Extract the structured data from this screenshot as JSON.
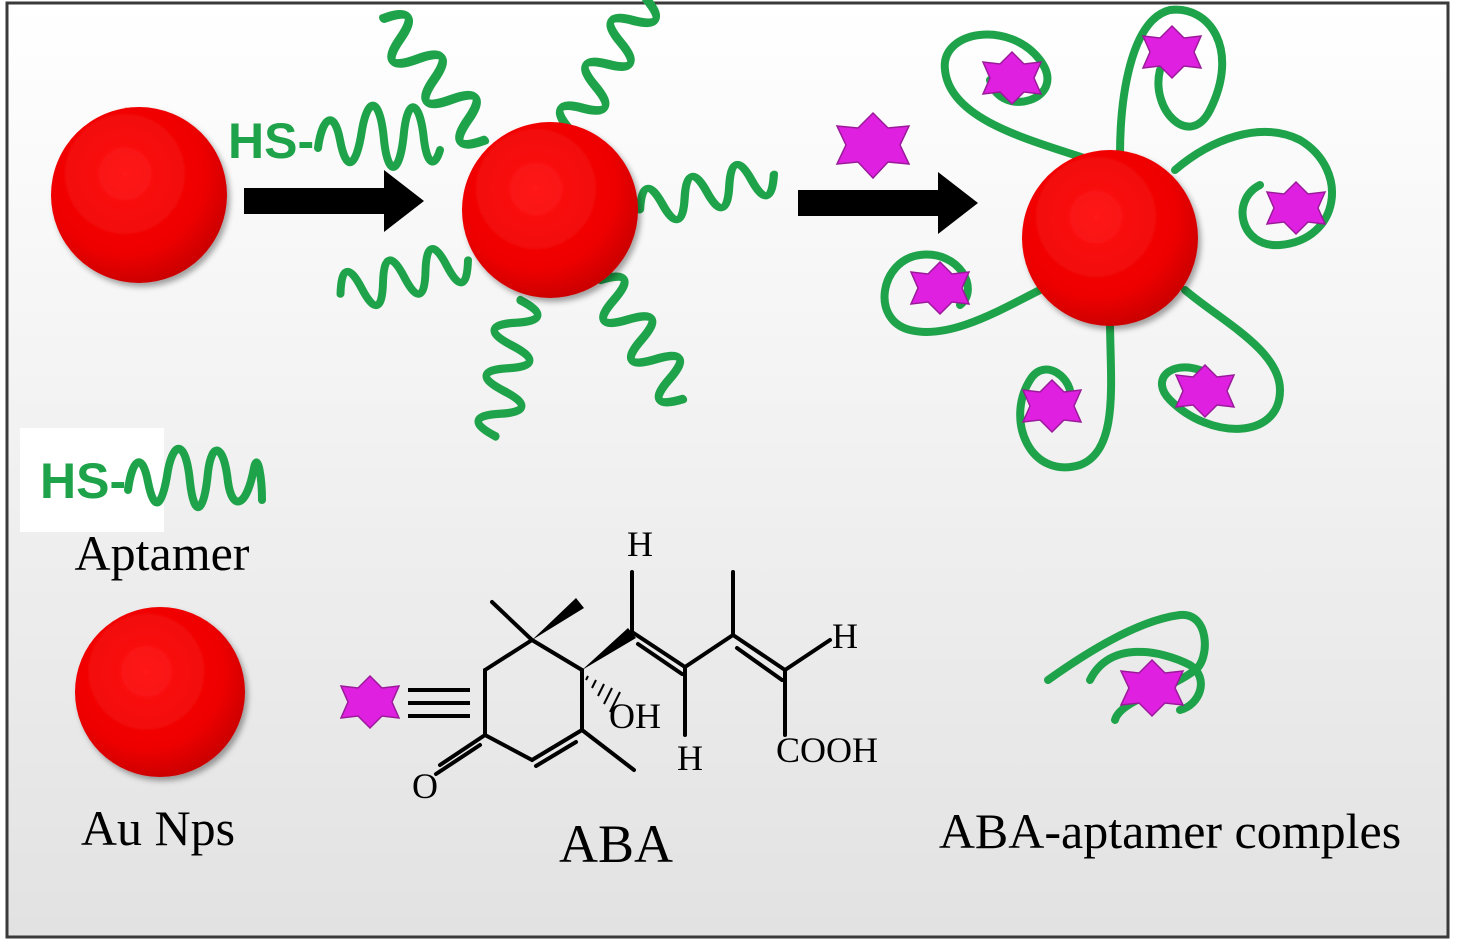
{
  "labels": {
    "hs_top": "HS-",
    "hs_legend": "HS-",
    "aptamer": "Aptamer",
    "au_nps": "Au Nps",
    "aba": "ABA",
    "complex": "ABA-aptamer comples"
  },
  "molecule": {
    "h_top": "H",
    "h_right": "H",
    "h_bottom": "H",
    "oh": "OH",
    "cooh": "COOH",
    "o": "O"
  },
  "colors": {
    "gold_np": "#ee0000",
    "aptamer": "#1fa34a",
    "aba_star": "#e020e0",
    "arrow": "#000000",
    "frame": "#3a3a3a"
  },
  "icons": [
    "gold-nanoparticle",
    "aptamer-strand",
    "aba-star",
    "process-arrow"
  ]
}
